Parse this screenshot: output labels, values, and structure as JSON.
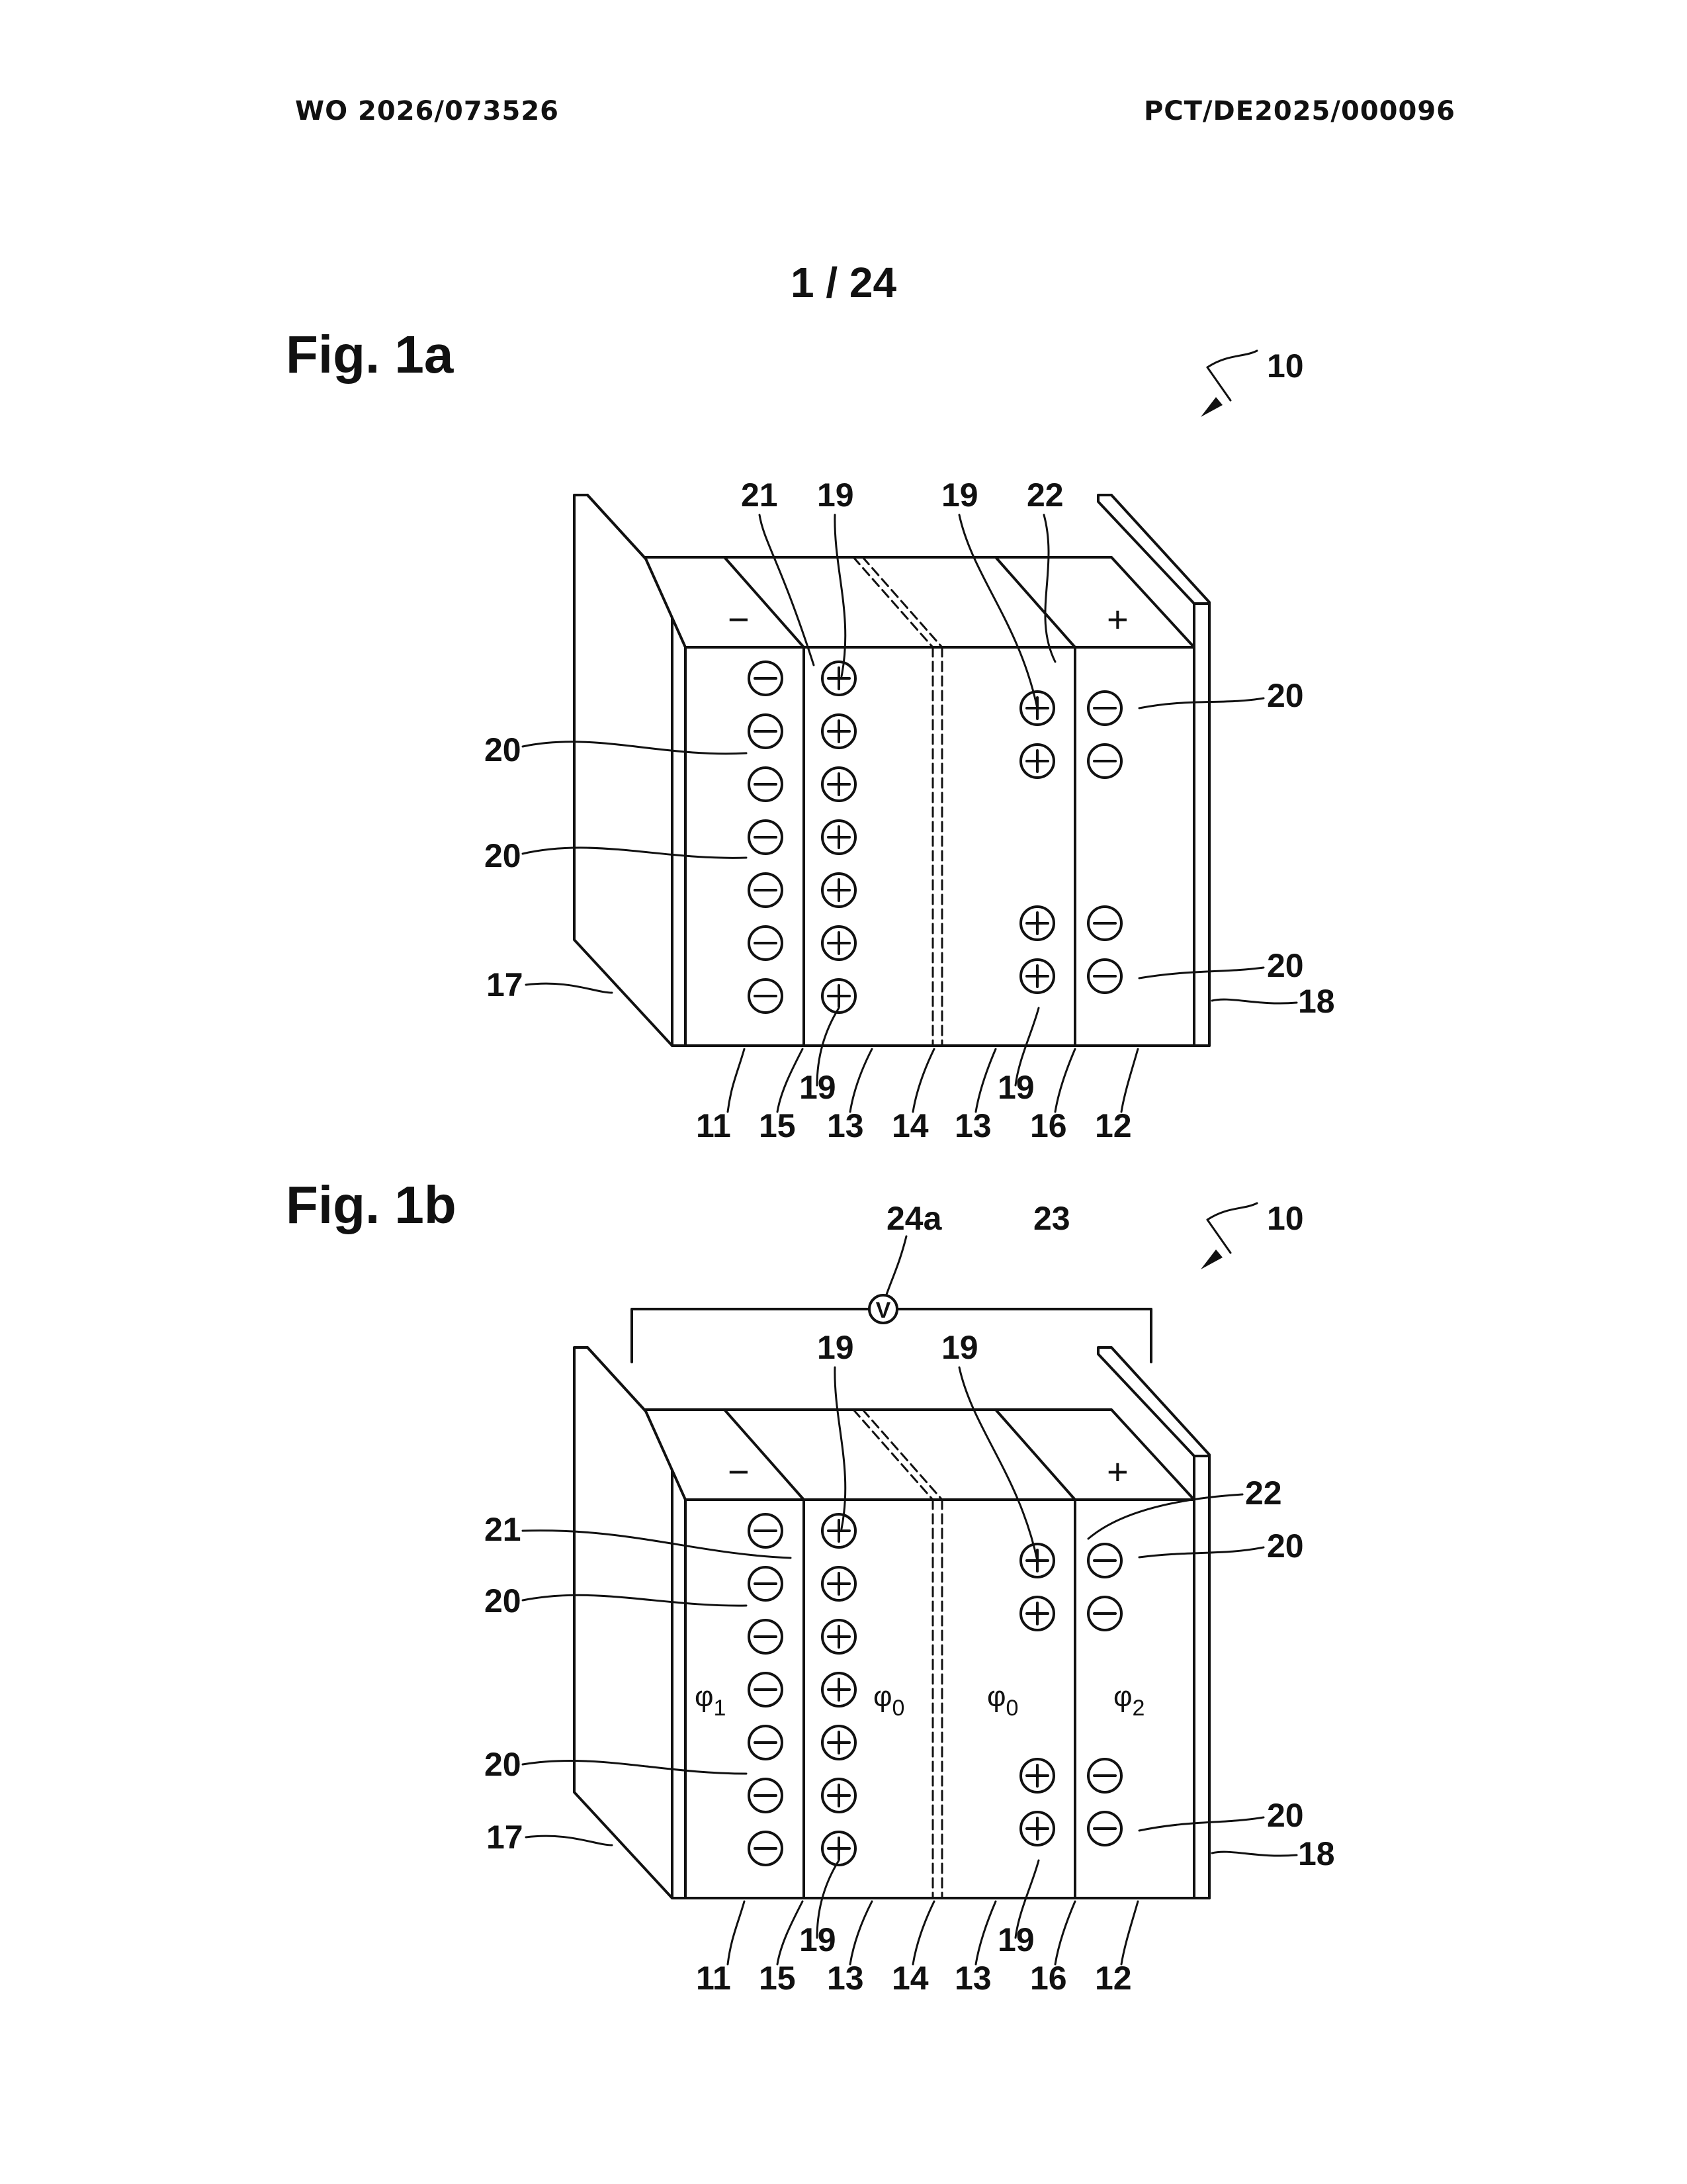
{
  "header": {
    "publication_number": "WO 2026/073526",
    "application_number": "PCT/DE2025/000096"
  },
  "page": {
    "sheet": "1 / 24"
  },
  "colors": {
    "ink": "#111111",
    "paper": "#ffffff"
  },
  "fig1a": {
    "title": "Fig. 1a",
    "labels": {
      "device": "10",
      "neg_electrode": "11",
      "pos_electrode": "12",
      "electrolyte": "13",
      "separator": "14",
      "neg_interface": "15",
      "pos_interface": "16",
      "neg_collector": "17",
      "pos_collector": "18",
      "cation": "19",
      "anion": "20",
      "neg_layer": "21",
      "pos_layer": "22"
    },
    "signs": {
      "neg_terminal": "−",
      "pos_terminal": "+"
    }
  },
  "fig1b": {
    "title": "Fig. 1b",
    "labels": {
      "device": "10",
      "neg_electrode": "11",
      "pos_electrode": "12",
      "electrolyte": "13",
      "separator": "14",
      "neg_interface": "15",
      "pos_interface": "16",
      "neg_collector": "17",
      "pos_collector": "18",
      "cation": "19",
      "anion": "20",
      "neg_layer": "21",
      "pos_layer": "22",
      "circuit": "23",
      "voltmeter": "24a",
      "voltmeter_symbol": "V"
    },
    "signs": {
      "neg_terminal": "−",
      "pos_terminal": "+"
    },
    "potentials": {
      "phi1": {
        "symbol": "φ",
        "sub": "1"
      },
      "phi0_left": {
        "symbol": "φ",
        "sub": "0"
      },
      "phi0_right": {
        "symbol": "φ",
        "sub": "0"
      },
      "phi2": {
        "symbol": "φ",
        "sub": "2"
      }
    }
  }
}
